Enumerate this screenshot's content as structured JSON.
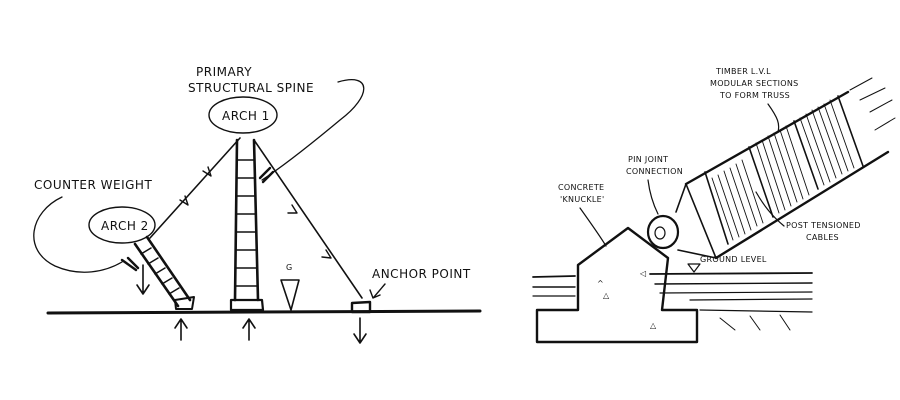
{
  "left_sketch": {
    "primary_label_line1": "PRIMARY",
    "primary_label_line2": "STRUCTURAL SPINE",
    "arch1_label": "ARCH 1",
    "counterweight_label": "COUNTER WEIGHT",
    "arch2_label": "ARCH 2",
    "anchor_label": "ANCHOR POINT",
    "g_label": "G"
  },
  "right_sketch": {
    "timber_line1": "TIMBER L.V.L",
    "timber_line2": "MODULAR SECTIONS",
    "timber_line3": "TO FORM TRUSS",
    "pin_line1": "PIN JOINT",
    "pin_line2": "CONNECTION",
    "concrete_line1": "CONCRETE",
    "concrete_line2": "'KNUCKLE'",
    "post_line1": "POST TENSIONED",
    "post_line2": "CABLES",
    "ground_label": "GROUND LEVEL"
  }
}
